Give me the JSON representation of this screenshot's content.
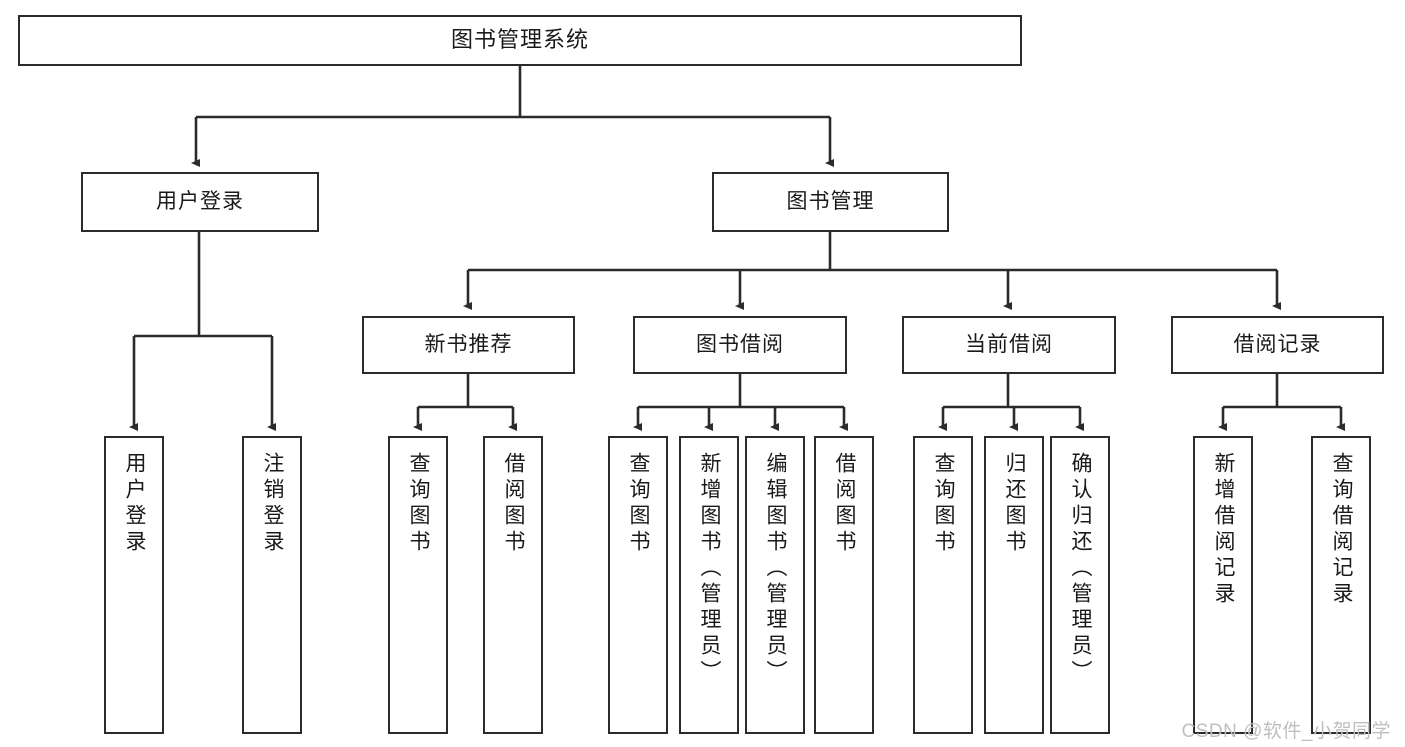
{
  "diagram": {
    "title": "图书管理系统",
    "type": "tree-hierarchy-chart",
    "stroke_color": "#2b2b2b",
    "fill_color": "#ffffff",
    "text_color": "#1a1a1a"
  },
  "nodes": {
    "root": {
      "label": "图书管理系统",
      "level": 0,
      "orientation": "horizontal"
    },
    "level1": [
      {
        "id": "user-login",
        "label": "用户登录",
        "orientation": "horizontal"
      },
      {
        "id": "book-manage",
        "label": "图书管理",
        "orientation": "horizontal"
      }
    ],
    "level2": [
      {
        "id": "new-book-recommend",
        "label": "新书推荐",
        "orientation": "horizontal",
        "parent": "book-manage"
      },
      {
        "id": "book-borrow",
        "label": "图书借阅",
        "orientation": "horizontal",
        "parent": "book-manage"
      },
      {
        "id": "current-borrow",
        "label": "当前借阅",
        "orientation": "horizontal",
        "parent": "book-manage"
      },
      {
        "id": "borrow-record",
        "label": "借阅记录",
        "orientation": "horizontal",
        "parent": "book-manage"
      }
    ],
    "leaves": [
      {
        "id": "leaf-user-login",
        "label": "用户登录",
        "parent": "user-login"
      },
      {
        "id": "leaf-logout-login",
        "label": "注销登录",
        "parent": "user-login"
      },
      {
        "id": "leaf-query-book-1",
        "label": "查询图书",
        "parent": "new-book-recommend"
      },
      {
        "id": "leaf-borrow-book-1",
        "label": "借阅图书",
        "parent": "new-book-recommend"
      },
      {
        "id": "leaf-query-book-2",
        "label": "查询图书",
        "parent": "book-borrow"
      },
      {
        "id": "leaf-add-book",
        "label": "新增图书（管理员）",
        "parent": "book-borrow"
      },
      {
        "id": "leaf-edit-book",
        "label": "编辑图书（管理员）",
        "parent": "book-borrow"
      },
      {
        "id": "leaf-borrow-book-2",
        "label": "借阅图书",
        "parent": "book-borrow"
      },
      {
        "id": "leaf-query-book-3",
        "label": "查询图书",
        "parent": "current-borrow"
      },
      {
        "id": "leaf-return-book",
        "label": "归还图书",
        "parent": "current-borrow"
      },
      {
        "id": "leaf-confirm-return",
        "label": "确认归还（管理员）",
        "parent": "current-borrow"
      },
      {
        "id": "leaf-add-record",
        "label": "新增借阅记录",
        "parent": "borrow-record"
      },
      {
        "id": "leaf-query-record",
        "label": "查询借阅记录",
        "parent": "borrow-record"
      }
    ]
  },
  "watermark": {
    "text": "CSDN @软件_小贺同学"
  }
}
